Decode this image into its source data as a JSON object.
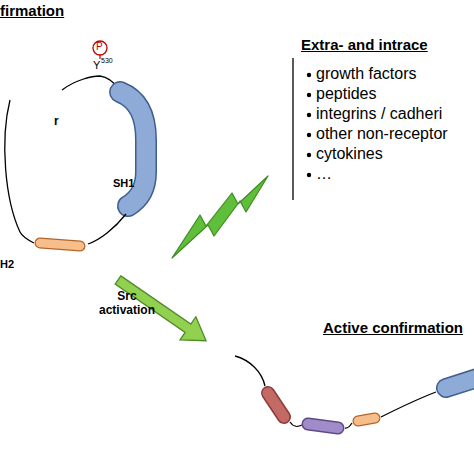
{
  "diagram": {
    "labels": [
      "firmation",
      "P",
      "Y",
      "530",
      "r",
      "SH1",
      "H2",
      "Src activation",
      "Extra- and intrace",
      "growth factors",
      "peptides",
      "integrins / cadheri",
      "other non-receptor",
      "cytokines",
      "…",
      "Active confirmation"
    ]
  }
}
